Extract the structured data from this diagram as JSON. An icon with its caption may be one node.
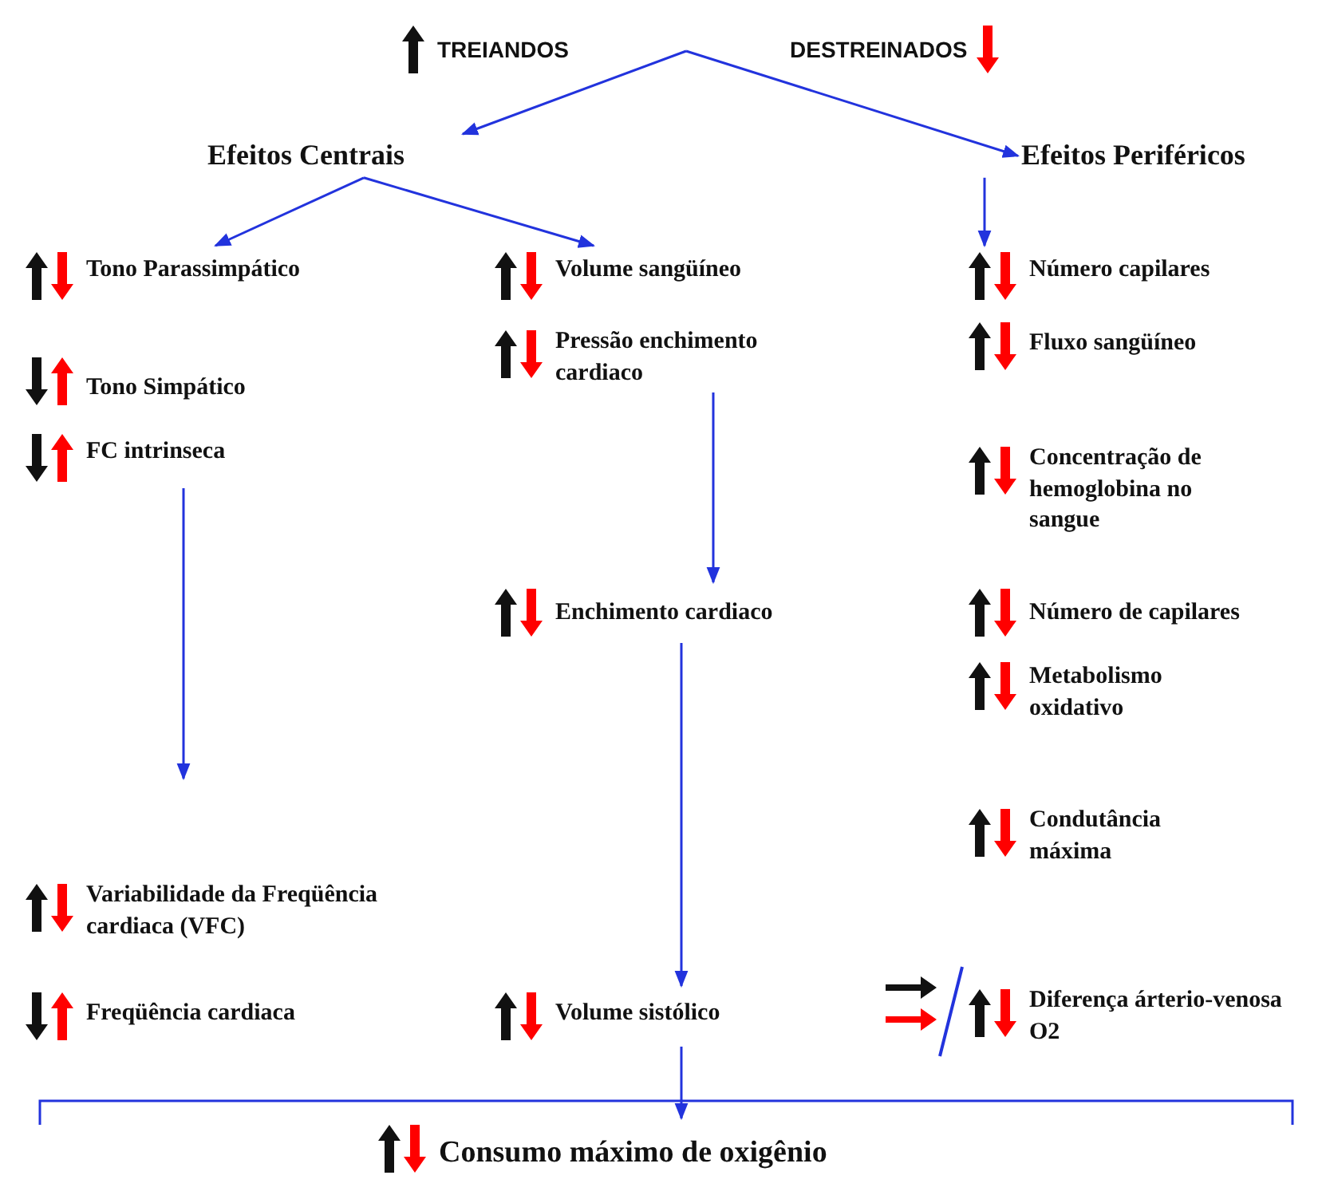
{
  "diagram": {
    "nodes": [
      {
        "text": [
          "TREIANDOS"
        ]
      },
      {
        "text": [
          "DESTREINADOS"
        ]
      },
      {
        "text": [
          "Efeitos Centrais"
        ]
      },
      {
        "text": [
          "Efeitos Periféricos"
        ]
      },
      {
        "text": [
          "Tono Parassimpático"
        ]
      },
      {
        "text": [
          "Tono Simpático"
        ]
      },
      {
        "text": [
          "FC intrinseca"
        ]
      },
      {
        "text": [
          "Volume sangüíneo"
        ]
      },
      {
        "text": [
          "Pressão enchimento cardiaco"
        ]
      },
      {
        "text": [
          "Enchimento cardiaco"
        ]
      },
      {
        "text": [
          "Número capilares"
        ]
      },
      {
        "text": [
          "Fluxo sangüíneo"
        ]
      },
      {
        "text": [
          "Concentração de hemoglobina no sangue"
        ]
      },
      {
        "text": [
          "Número de capilares"
        ]
      },
      {
        "text": [
          "Metabolismo oxidativo"
        ]
      },
      {
        "text": [
          "Condutância máxima"
        ]
      },
      {
        "text": [
          "Variabilidade da Freqüência cardiaca (VFC)"
        ]
      },
      {
        "text": [
          "Freqüência cardiaca"
        ]
      },
      {
        "text": [
          "Volume sistólico"
        ]
      },
      {
        "text": [
          "Diferença árterio-venosa O2"
        ]
      },
      {
        "text": [
          "Consumo máximo de oxigênio"
        ]
      }
    ],
    "edges": [
      {
        "from": null,
        "to": 2,
        "arrow": "to"
      },
      {
        "from": null,
        "to": 3,
        "arrow": "to"
      },
      {
        "from": 2,
        "to": 4,
        "arrow": "to"
      },
      {
        "from": 2,
        "to": 7,
        "arrow": "to"
      },
      {
        "from": 3,
        "to": 10,
        "arrow": "to"
      },
      {
        "from": 6,
        "to": null,
        "arrow": "to"
      },
      {
        "from": 8,
        "to": 9,
        "arrow": "to"
      },
      {
        "from": 9,
        "to": 18,
        "arrow": "to"
      },
      {
        "from": 18,
        "to": 20,
        "arrow": "to"
      }
    ]
  }
}
